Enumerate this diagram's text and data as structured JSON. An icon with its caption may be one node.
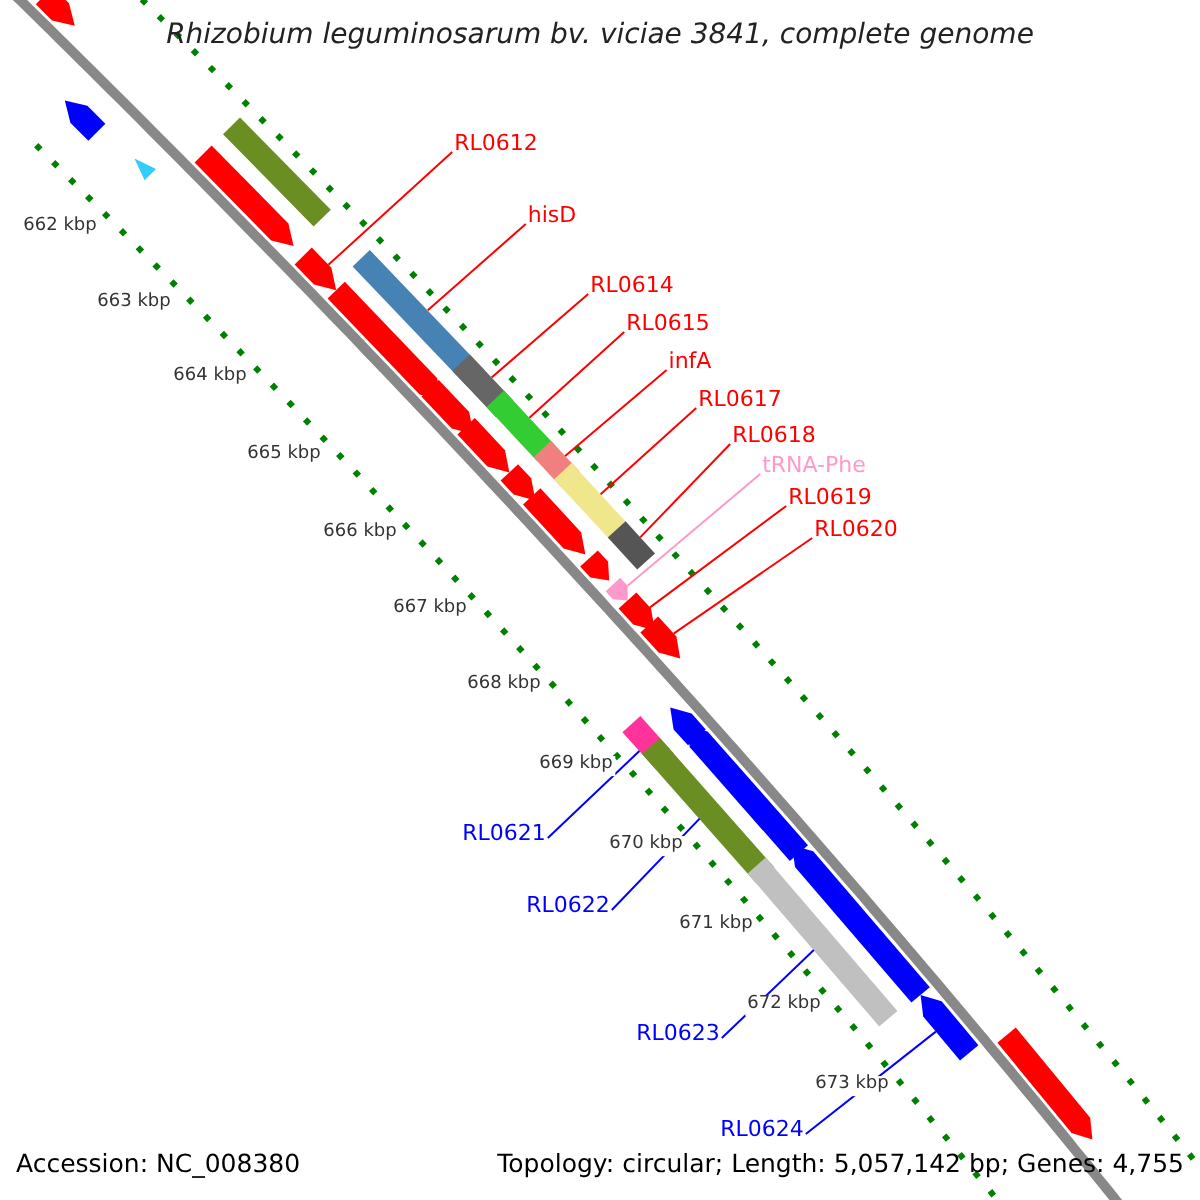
{
  "diagram": {
    "title": "Rhizobium leguminosarum bv. viciae 3841, complete genome",
    "nodes": [
      {
        "text": [
          "RL0612"
        ]
      },
      {
        "text": [
          "hisD"
        ]
      },
      {
        "text": [
          "RL0614"
        ]
      },
      {
        "text": [
          "RL0615"
        ]
      },
      {
        "text": [
          "infA"
        ]
      },
      {
        "text": [
          "RL0617"
        ]
      },
      {
        "text": [
          "RL0618"
        ]
      },
      {
        "text": [
          "tRNA-Phe"
        ]
      },
      {
        "text": [
          "RL0619"
        ]
      },
      {
        "text": [
          "RL0620"
        ]
      },
      {
        "text": [
          "RL0621"
        ]
      },
      {
        "text": [
          "RL0622"
        ]
      },
      {
        "text": [
          "RL0623"
        ]
      },
      {
        "text": [
          "RL0624"
        ]
      },
      {
        "text": [],
        "shape": "arrow"
      },
      {
        "text": [],
        "shape": "bar"
      },
      {
        "text": [],
        "shape": "bar"
      },
      {
        "text": [],
        "shape": "bar"
      },
      {
        "text": [],
        "shape": "bar"
      },
      {
        "text": [],
        "shape": "bar"
      },
      {
        "text": [],
        "shape": "bar"
      },
      {
        "text": [],
        "shape": "arrow"
      },
      {
        "text": [],
        "shape": "arrow"
      },
      {
        "text": [],
        "shape": "arrow"
      },
      {
        "text": [],
        "shape": "bar"
      },
      {
        "text": [],
        "shape": "bar"
      },
      {
        "text": [],
        "shape": "bar"
      },
      {
        "text": [],
        "shape": "arrow"
      },
      {
        "text": [],
        "shape": "arrow"
      },
      {
        "text": [],
        "shape": "arrow"
      },
      {
        "text": [],
        "shape": "bar"
      },
      {
        "text": [],
        "shape": "arrow"
      },
      {
        "text": [],
        "shape": "arrow"
      },
      {
        "text": [],
        "shape": "arrow"
      },
      {
        "text": [],
        "shape": "arrow"
      },
      {
        "text": [],
        "shape": "arrow"
      },
      {
        "text": [],
        "shape": "arrow"
      },
      {
        "text": [],
        "shape": "arrow"
      },
      {
        "text": [],
        "shape": "arrow"
      },
      {
        "text": [],
        "shape": "arrow"
      },
      {
        "text": [],
        "shape": "arrow"
      },
      {
        "text": [],
        "shape": "arrow"
      },
      {
        "text": [],
        "shape": "triangle"
      }
    ],
    "edges": [
      {
        "from": 0,
        "to": 14,
        "arrow": "none"
      },
      {
        "from": 1,
        "to": 15,
        "arrow": "none"
      },
      {
        "from": 2,
        "to": 16,
        "arrow": "none"
      },
      {
        "from": 3,
        "to": 17,
        "arrow": "none"
      },
      {
        "from": 4,
        "to": 18,
        "arrow": "none"
      },
      {
        "from": 5,
        "to": 19,
        "arrow": "none"
      },
      {
        "from": 6,
        "to": 20,
        "arrow": "none"
      },
      {
        "from": 7,
        "to": 21,
        "arrow": "none",
        "color": "#ff99cc"
      },
      {
        "from": 8,
        "to": 22,
        "arrow": "none"
      },
      {
        "from": 9,
        "to": 23,
        "arrow": "none"
      },
      {
        "from": 10,
        "to": 24,
        "arrow": "none",
        "color": "#0000ff"
      },
      {
        "from": 11,
        "to": 25,
        "arrow": "none",
        "color": "#0000ff"
      },
      {
        "from": 12,
        "to": 26,
        "arrow": "none",
        "color": "#0000ff"
      },
      {
        "from": 13,
        "to": 27,
        "arrow": "none",
        "color": "#0000ff"
      }
    ],
    "labels": [
      "662 kbp",
      "663 kbp",
      "664 kbp",
      "665 kbp",
      "666 kbp",
      "667 kbp",
      "668 kbp",
      "669 kbp",
      "670 kbp",
      "671 kbp",
      "672 kbp",
      "673 kbp",
      "Accession: NC_008380",
      "Topology: circular; Length: 5,057,142 bp; Genes: 4,755"
    ]
  }
}
